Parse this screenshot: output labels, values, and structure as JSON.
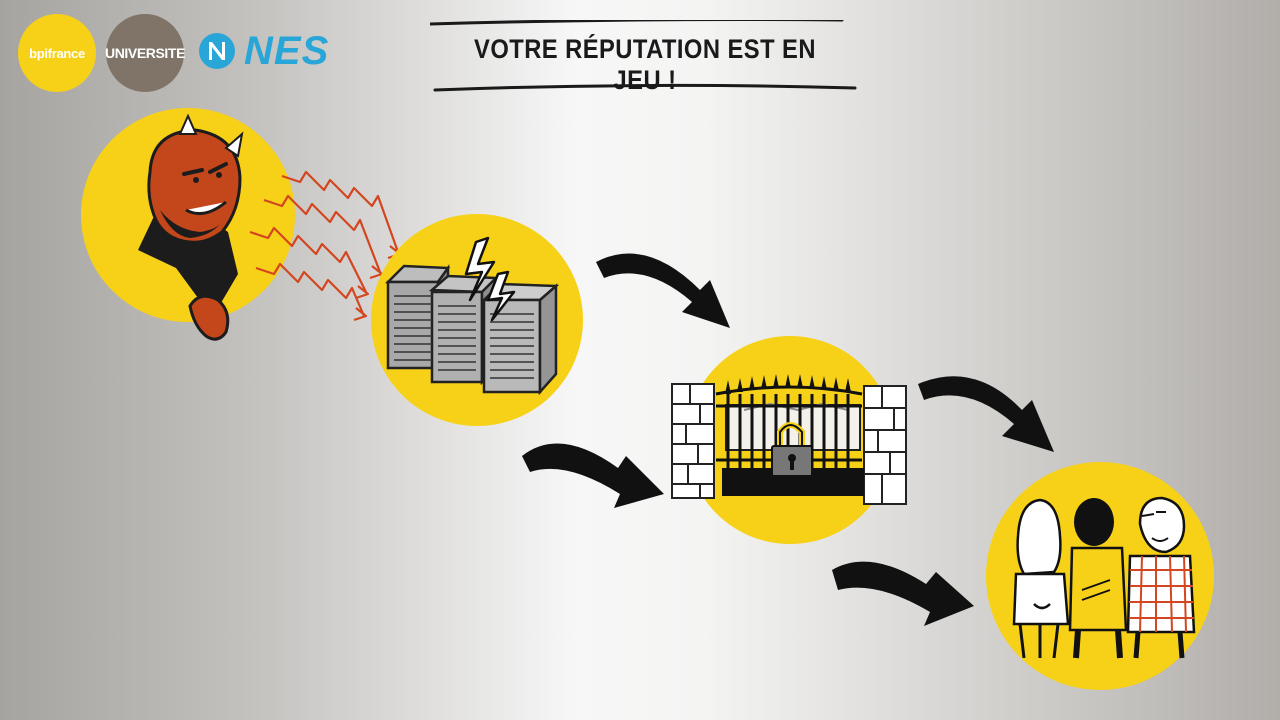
{
  "title": "VOTRE RÉPUTATION EST EN JEU !",
  "logos": {
    "bpifrance": "bpifrance",
    "universite": "UNIVERSITE",
    "nes": "NES"
  },
  "colors": {
    "accent_yellow": "#f7d117",
    "devil_red": "#c3471a",
    "attack_lines": "#d3461f",
    "nes_blue": "#29a6d8",
    "universite_brown": "#7f7467",
    "arrow_black": "#111111"
  },
  "icons": [
    "devil-hacker-icon",
    "attack-lines-icon",
    "servers-icon",
    "lightning-icon",
    "locked-gate-icon",
    "padlock-icon",
    "people-group-icon",
    "flow-arrow-icon"
  ]
}
